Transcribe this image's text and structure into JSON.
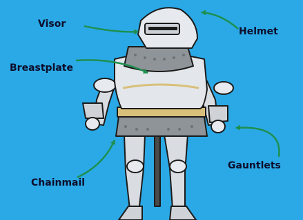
{
  "labels": {
    "visor": "Visor",
    "helmet": "Helmet",
    "breastplate": "Breastplate",
    "chainmail": "Chainmail",
    "gauntlets": "Gauntlets"
  },
  "colors": {
    "background": "#2aa9e6",
    "arrow": "#1e8f4e",
    "armor": "#d9dde2",
    "chainmail": "#8f9499",
    "gold": "#d8c07a",
    "outline": "#1b1b1b",
    "label_text": "#0d0d2b"
  }
}
